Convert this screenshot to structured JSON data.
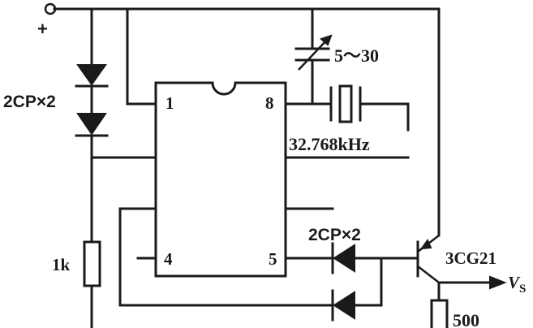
{
  "schematic": {
    "supply_terminal": "+",
    "ic_pins": {
      "pin1": "1",
      "pin8": "8",
      "pin4": "4",
      "pin5": "5"
    },
    "components": {
      "diodes_left": "2CP×2",
      "trimmer_capacitor": "5～30",
      "crystal": "32.768kHz",
      "diodes_right": "2CP×2",
      "transistor": "3CG21",
      "resistor_left": "1k",
      "resistor_emitter": "500",
      "output": "V",
      "output_sub": "S"
    }
  }
}
